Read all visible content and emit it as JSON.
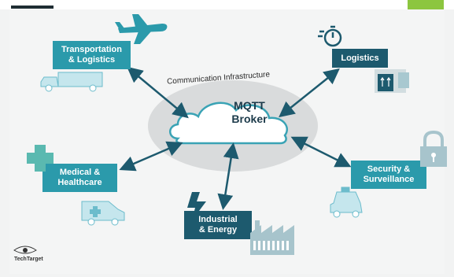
{
  "diagram": {
    "center": {
      "title": "MQTT\nBroker",
      "ring_label": "Communication Infrastructure"
    },
    "nodes": {
      "transportation": {
        "label": "Transportation\n& Logistics"
      },
      "logistics": {
        "label": "Logistics"
      },
      "medical": {
        "label": "Medical &\nHealthcare"
      },
      "security": {
        "label": "Security &\nSurveillance"
      },
      "industrial": {
        "label": "Industrial\n& Energy"
      }
    },
    "footer_logo": "TechTarget"
  },
  "colors": {
    "teal": "#2b9aab",
    "dark_teal": "#1d5a6e",
    "arrow": "#2b8fa0",
    "ellipse": "#d8dadb",
    "cloud_stroke": "#3aa3b5"
  }
}
